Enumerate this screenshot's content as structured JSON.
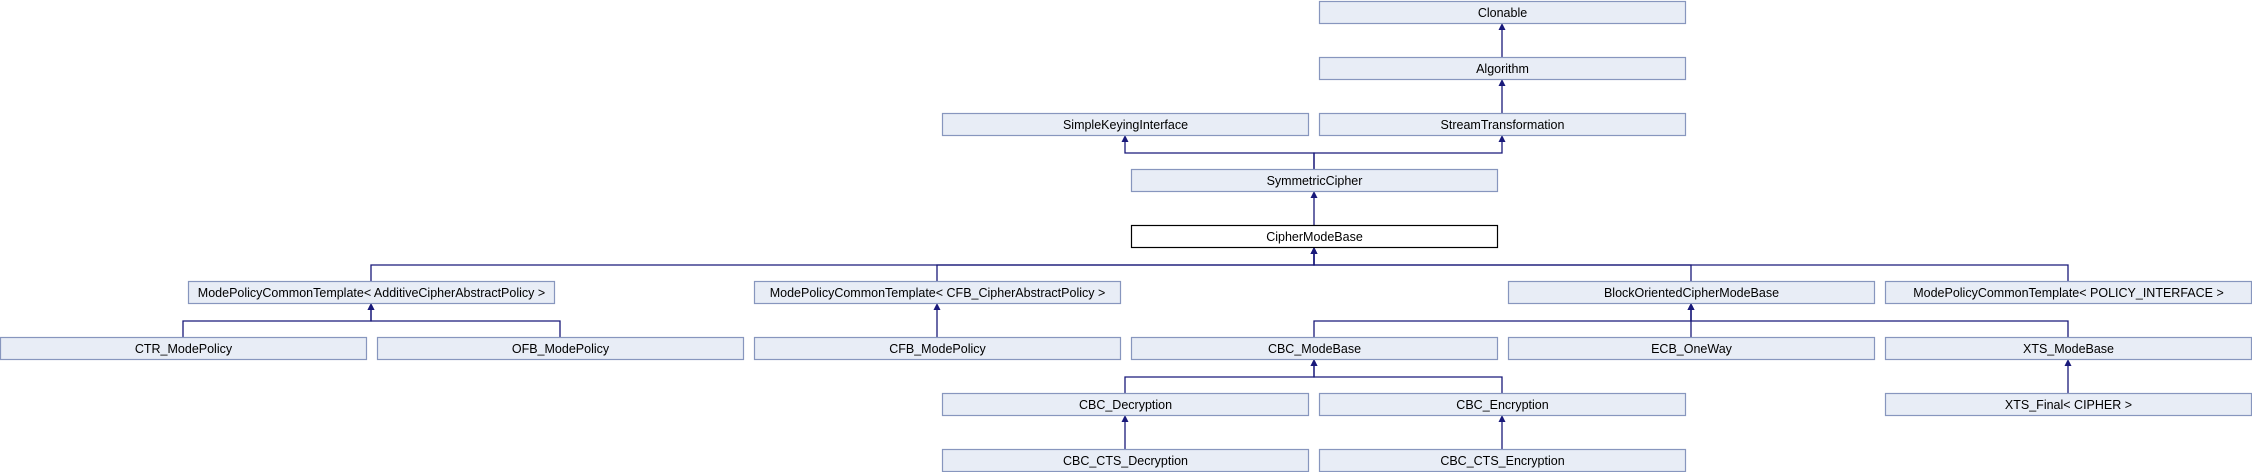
{
  "nodes": [
    {
      "id": "clonable",
      "label": "Clonable"
    },
    {
      "id": "algorithm",
      "label": "Algorithm"
    },
    {
      "id": "simple_keying_interface",
      "label": "SimpleKeyingInterface"
    },
    {
      "id": "stream_transformation",
      "label": "StreamTransformation"
    },
    {
      "id": "symmetric_cipher",
      "label": "SymmetricCipher"
    },
    {
      "id": "cipher_mode_base",
      "label": "CipherModeBase",
      "current": true
    },
    {
      "id": "mpct_additive",
      "label": "ModePolicyCommonTemplate< AdditiveCipherAbstractPolicy >"
    },
    {
      "id": "mpct_cfb",
      "label": "ModePolicyCommonTemplate< CFB_CipherAbstractPolicy >"
    },
    {
      "id": "block_oriented",
      "label": "BlockOrientedCipherModeBase"
    },
    {
      "id": "mpct_policy",
      "label": "ModePolicyCommonTemplate< POLICY_INTERFACE >"
    },
    {
      "id": "ctr_mode_policy",
      "label": "CTR_ModePolicy"
    },
    {
      "id": "ofb_mode_policy",
      "label": "OFB_ModePolicy"
    },
    {
      "id": "cfb_mode_policy",
      "label": "CFB_ModePolicy"
    },
    {
      "id": "cbc_mode_base",
      "label": "CBC_ModeBase"
    },
    {
      "id": "ecb_oneway",
      "label": "ECB_OneWay"
    },
    {
      "id": "xts_mode_base",
      "label": "XTS_ModeBase"
    },
    {
      "id": "cbc_decryption",
      "label": "CBC_Decryption"
    },
    {
      "id": "cbc_encryption",
      "label": "CBC_Encryption"
    },
    {
      "id": "xts_final",
      "label": "XTS_Final< CIPHER >"
    },
    {
      "id": "cbc_cts_decryption",
      "label": "CBC_CTS_Decryption"
    },
    {
      "id": "cbc_cts_encryption",
      "label": "CBC_CTS_Encryption"
    }
  ],
  "edges": [
    {
      "from": "algorithm",
      "to": "clonable"
    },
    {
      "from": "stream_transformation",
      "to": "algorithm"
    },
    {
      "from": "symmetric_cipher",
      "to": "simple_keying_interface"
    },
    {
      "from": "symmetric_cipher",
      "to": "stream_transformation"
    },
    {
      "from": "cipher_mode_base",
      "to": "symmetric_cipher"
    },
    {
      "from": "mpct_additive",
      "to": "cipher_mode_base"
    },
    {
      "from": "mpct_cfb",
      "to": "cipher_mode_base"
    },
    {
      "from": "block_oriented",
      "to": "cipher_mode_base"
    },
    {
      "from": "mpct_policy",
      "to": "cipher_mode_base"
    },
    {
      "from": "ctr_mode_policy",
      "to": "mpct_additive"
    },
    {
      "from": "ofb_mode_policy",
      "to": "mpct_additive"
    },
    {
      "from": "cfb_mode_policy",
      "to": "mpct_cfb"
    },
    {
      "from": "cbc_mode_base",
      "to": "block_oriented"
    },
    {
      "from": "ecb_oneway",
      "to": "block_oriented"
    },
    {
      "from": "xts_mode_base",
      "to": "block_oriented"
    },
    {
      "from": "cbc_decryption",
      "to": "cbc_mode_base"
    },
    {
      "from": "cbc_encryption",
      "to": "cbc_mode_base"
    },
    {
      "from": "xts_final",
      "to": "xts_mode_base"
    },
    {
      "from": "cbc_cts_decryption",
      "to": "cbc_decryption"
    },
    {
      "from": "cbc_cts_encryption",
      "to": "cbc_encryption"
    }
  ],
  "colors": {
    "node_fill": "#e8edf6",
    "node_border": "#8796be",
    "current_fill": "#ffffff",
    "current_border": "#000000",
    "edge": "#19197a"
  }
}
